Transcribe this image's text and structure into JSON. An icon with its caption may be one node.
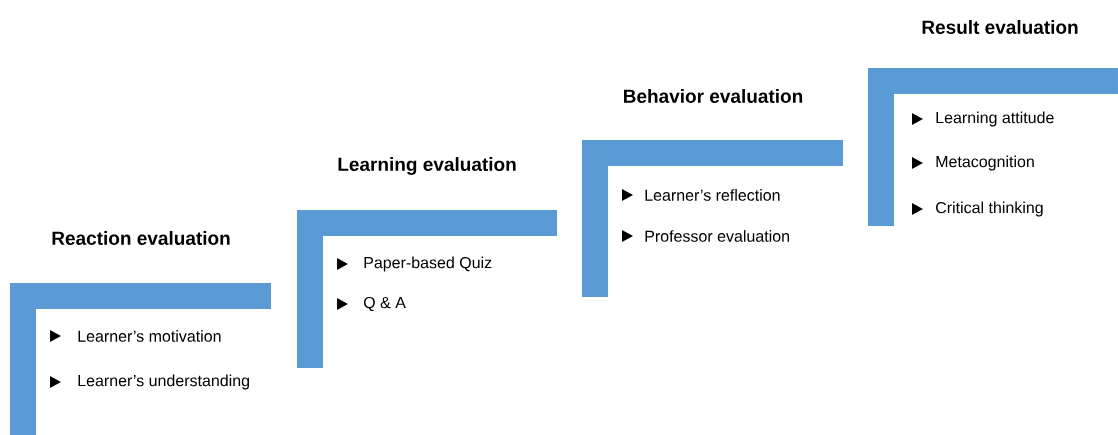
{
  "diagram": {
    "nodes": [
      {
        "text": [
          "Reaction evaluation",
          "Learner’s motivation",
          "Learner’s understanding"
        ]
      },
      {
        "text": [
          "Learning evaluation",
          "Paper-based Quiz",
          "Q & A"
        ]
      },
      {
        "text": [
          "Behavior evaluation",
          "Learner’s reflection",
          "Professor evaluation"
        ]
      },
      {
        "text": [
          "Result evaluation",
          "Learning attitude",
          "Metacognition",
          "Critical thinking"
        ]
      }
    ]
  }
}
